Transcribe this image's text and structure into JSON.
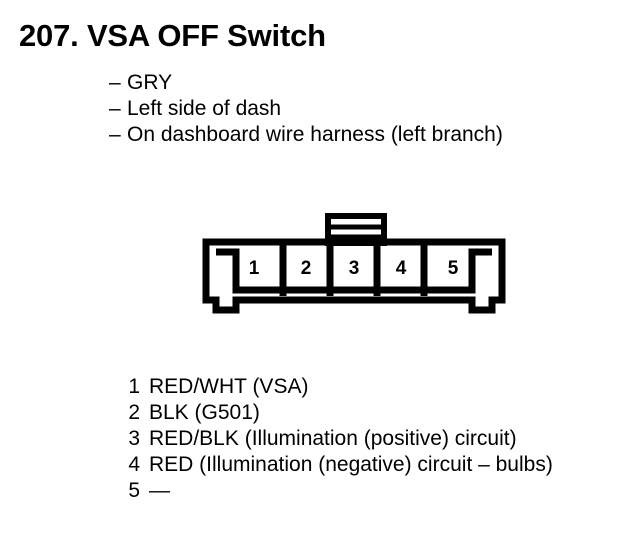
{
  "page": {
    "title": "207. VSA OFF Switch",
    "background_color": "#ffffff",
    "ink_color": "#000000"
  },
  "meta": {
    "dash": "–",
    "items": [
      {
        "dash": "–",
        "text": "GRY"
      },
      {
        "dash": "–",
        "text": "Left side of dash"
      },
      {
        "dash": "–",
        "text": "On dashboard wire harness (left branch)"
      }
    ]
  },
  "connector": {
    "name": "5-cavity connector",
    "cavity_count": 5,
    "cavities": [
      {
        "number": "1"
      },
      {
        "number": "2"
      },
      {
        "number": "3"
      },
      {
        "number": "4"
      },
      {
        "number": "5"
      }
    ],
    "lock_tab": {
      "name": "locking-tab",
      "position": "top-center-above-cavity-3",
      "rib_count": 2
    },
    "feet": [
      "bottom-left",
      "bottom-right"
    ]
  },
  "pins": [
    {
      "number": "1",
      "desc": "RED/WHT (VSA)"
    },
    {
      "number": "2",
      "desc": "BLK (G501)"
    },
    {
      "number": "3",
      "desc": "RED/BLK (Illumination (positive) circuit)"
    },
    {
      "number": "4",
      "desc": "RED (Illumination (negative) circuit – bulbs)"
    },
    {
      "number": "5",
      "desc": "—"
    }
  ]
}
